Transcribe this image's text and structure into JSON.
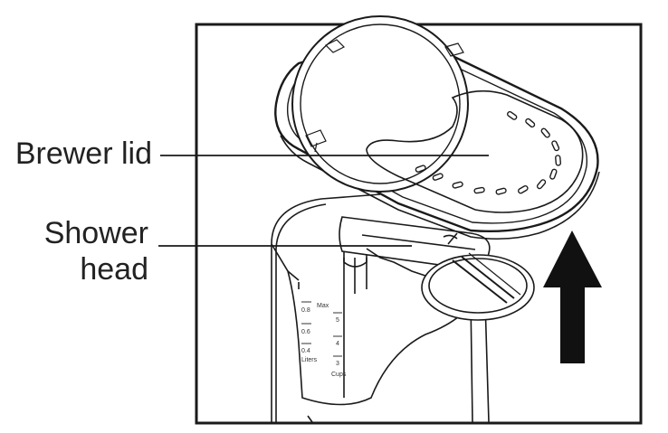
{
  "figure": {
    "callouts": [
      {
        "id": "brewer-lid",
        "text": "Brewer lid"
      },
      {
        "id": "shower-head",
        "lines": [
          "Shower",
          "head"
        ]
      }
    ],
    "carafe_markings": {
      "left_scale": [
        "0.8",
        "0.6",
        "0.4",
        "Liters"
      ],
      "right_scale": [
        "Max",
        "5",
        "4",
        "3",
        "Cups"
      ]
    },
    "arrow_direction": "up",
    "colors": {
      "line": "#1a1a1a",
      "arrow": "#111111",
      "background": "#ffffff"
    }
  }
}
